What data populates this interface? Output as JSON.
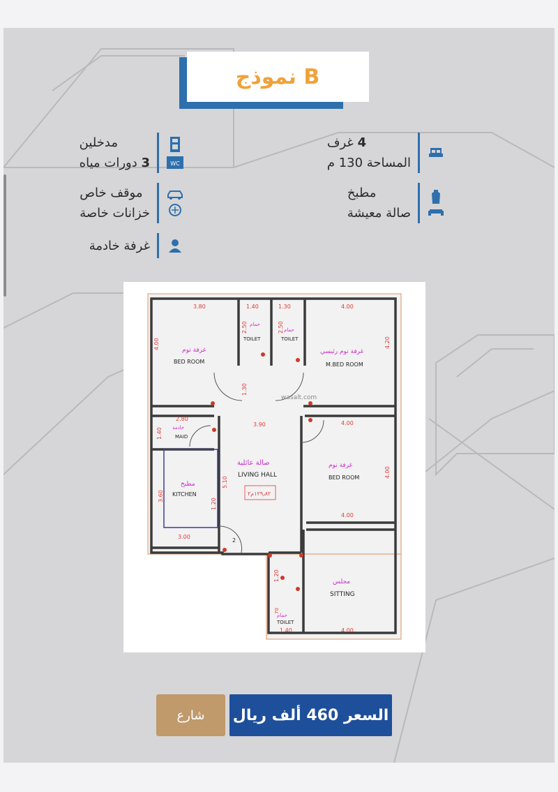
{
  "model": {
    "title": "نموذج B"
  },
  "features": {
    "rooms": {
      "count": "4",
      "label": "غرف",
      "area": "المساحة 130 م",
      "icon": "bed-icon"
    },
    "entrances": {
      "label": "مدخلين",
      "wc_count": "3",
      "wc_label": "دورات مياه",
      "icon": "door-wc-icon"
    },
    "kitchen": {
      "label": "مطبخ",
      "living": "صالة معيشة",
      "icon": "apron-sofa-icon"
    },
    "parking": {
      "label": "موقف خاص",
      "tanks": "خزانات خاصة",
      "icon": "car-tank-icon"
    },
    "maid": {
      "label": "غرفة خادمة",
      "icon": "person-icon"
    }
  },
  "floor_plan": {
    "watermark": "wasalt.com",
    "rooms": {
      "bed1": {
        "ar": "غرفة نوم",
        "en": "BED ROOM",
        "w": "3.80",
        "h": "4.00"
      },
      "toilet1": {
        "ar": "حمام",
        "en": "TOILET",
        "w": "1.40",
        "h": "2.50"
      },
      "toilet2": {
        "ar": "حمام",
        "en": "TOILET",
        "w": "1.30",
        "h": "2.50"
      },
      "master": {
        "ar": "غرفة نوم رئيسي",
        "en": "M.BED ROOM",
        "w": "4.00",
        "h": "4.20"
      },
      "corridor": {
        "h": "1.30"
      },
      "maid": {
        "ar": "خادمة",
        "en": "MAID",
        "w": "2.80",
        "h": "1.40"
      },
      "living": {
        "ar": "صالة عائلية",
        "en": "LIVING HALL",
        "w": "3.90",
        "h": "5.10",
        "area": "١٢٩٫٨٢م٢"
      },
      "bed2": {
        "ar": "غرفة نوم",
        "en": "BED ROOM",
        "w_top": "4.00",
        "w_bottom": "4.00",
        "h": "4.00"
      },
      "kitchen": {
        "ar": "مطبخ",
        "en": "KITCHEN",
        "w": "3.00",
        "h": "3.60"
      },
      "living_side": {
        "h": "1.20"
      },
      "stair_no": "2",
      "lobby": {
        "h": "1.20"
      },
      "sitting": {
        "ar": "مجلس",
        "en": "SITTING",
        "w": "4.00"
      },
      "toilet3": {
        "ar": "حمام",
        "en": "TOILET",
        "w": "1.40",
        "h": "70"
      }
    }
  },
  "actions": {
    "street": "شارع",
    "price": "السعر 460 ألف ريال"
  },
  "colors": {
    "accent": "#2e6fad",
    "title": "#f0a23a",
    "price_bg": "#1e4f9a",
    "street_bg": "#c09a6b",
    "dims": "#e03a3a",
    "arabic_room": "#cc2ccc"
  }
}
